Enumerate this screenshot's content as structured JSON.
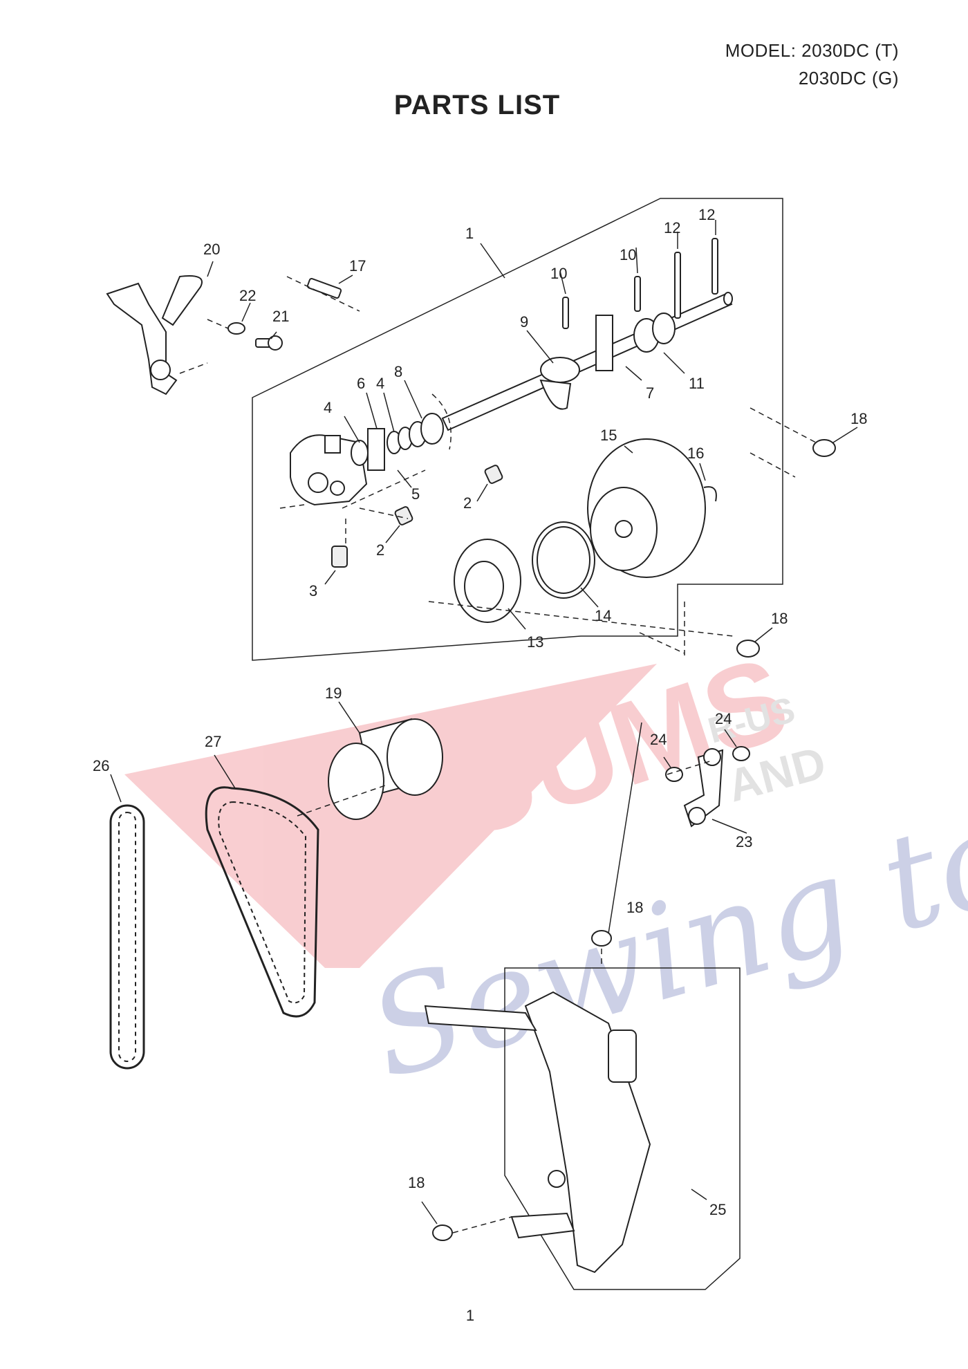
{
  "header": {
    "model_line1": "MODEL: 2030DC (T)",
    "model_line2": "2030DC (G)",
    "title": "PARTS LIST"
  },
  "watermark": {
    "brand": "ACUUMS",
    "suffix1": "R-US",
    "suffix2": "AND",
    "tagline": "Sewing too",
    "colors": {
      "red": "#e8505b",
      "blue": "#4a5ba8",
      "gray": "#9a9a9a"
    }
  },
  "callouts": [
    "1",
    "2",
    "2",
    "3",
    "4",
    "4",
    "5",
    "6",
    "7",
    "8",
    "9",
    "10",
    "10",
    "11",
    "12",
    "12",
    "13",
    "14",
    "15",
    "16",
    "17",
    "18",
    "18",
    "18",
    "18",
    "19",
    "20",
    "21",
    "22",
    "23",
    "24",
    "24",
    "25",
    "26",
    "27"
  ],
  "footer": {
    "page_number": "1"
  }
}
